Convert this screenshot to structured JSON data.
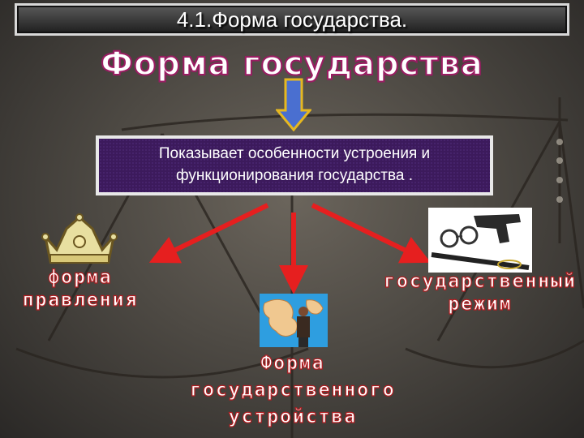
{
  "header": {
    "title": "4.1.Форма государства."
  },
  "headline": "Форма государства",
  "description": "Показывает особенности устроения и функционирования государства .",
  "branches": [
    {
      "label": "форма правления",
      "icon": "crown-icon"
    },
    {
      "label": "Форма государственного устройства",
      "icon": "map-person-icon"
    },
    {
      "label": "государственный режим",
      "icon": "handcuffs-pistol-icon"
    }
  ],
  "colors": {
    "title_bg": "#1e1e1e",
    "headline_outline": "#9b1c63",
    "description_bg": "#3c1a5c",
    "arrow_red": "#e61f1f",
    "label_outline": "#b11e22",
    "down_arrow_fill": "#4a6fd0",
    "down_arrow_stroke": "#e6b820"
  }
}
